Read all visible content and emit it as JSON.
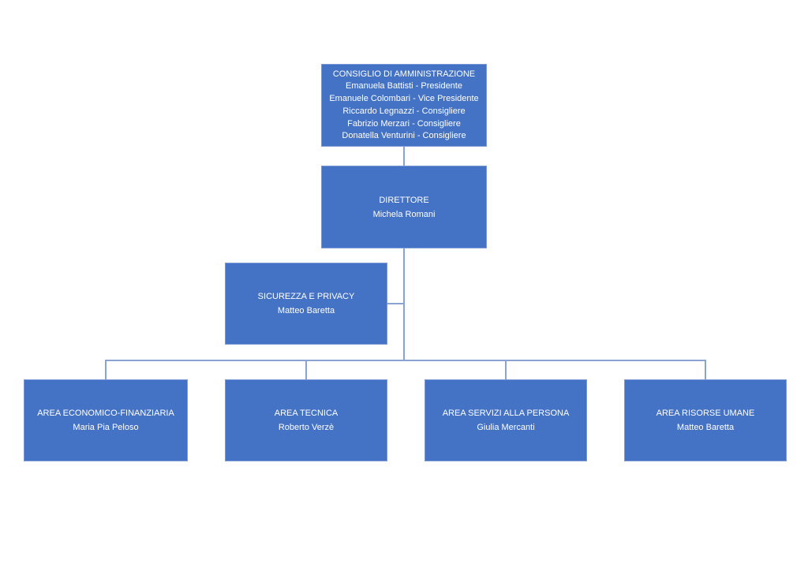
{
  "org_chart": {
    "nodes": {
      "board": {
        "title": "CONSIGLIO DI AMMINISTRAZIONE",
        "members": [
          "Emanuela Battisti - Presidente",
          "Emanuele Colombari - Vice Presidente",
          "Riccardo Legnazzi - Consigliere",
          "Fabrizio Merzari - Consigliere",
          "Donatella Venturini - Consigliere"
        ]
      },
      "director": {
        "title": "DIRETTORE",
        "name": "Michela Romani"
      },
      "security": {
        "title": "SICUREZZA E PRIVACY",
        "name": "Matteo Baretta"
      },
      "area_finance": {
        "title": "AREA ECONOMICO-FINANZIARIA",
        "name": "Maria Pia Peloso"
      },
      "area_technical": {
        "title": "AREA TECNICA",
        "name": "Roberto Verzè"
      },
      "area_person_services": {
        "title": "AREA SERVIZI ALLA PERSONA",
        "name": "Giulia Mercanti"
      },
      "area_hr": {
        "title": "AREA RISORSE UMANE",
        "name": "Matteo Baretta"
      }
    },
    "hierarchy": {
      "board_reports_to": null,
      "director_reports_to": "board",
      "security_reports_to": "director",
      "areas_report_to": "director",
      "area_order": [
        "area_finance",
        "area_technical",
        "area_person_services",
        "area_hr"
      ]
    },
    "colors": {
      "box_fill": "#4472C4",
      "box_border": "#7C99D6",
      "connector": "#8BA3D3",
      "text": "#FFFFFF",
      "background": "#FFFFFF"
    }
  }
}
